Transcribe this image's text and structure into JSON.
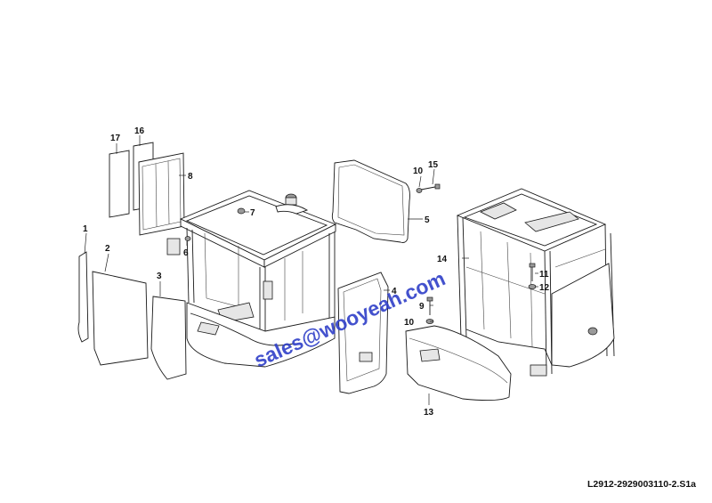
{
  "callouts": {
    "c1": "1",
    "c2": "2",
    "c3": "3",
    "c4": "4",
    "c5": "5",
    "c6": "6",
    "c7": "7",
    "c8": "8",
    "c9": "9",
    "c10a": "10",
    "c10b": "10",
    "c11": "11",
    "c12": "12",
    "c13": "13",
    "c14": "14",
    "c15": "15",
    "c16": "16",
    "c17": "17"
  },
  "watermark": "sales@wooyeah.com",
  "reference": "L2912-2929003110-2.S1a"
}
